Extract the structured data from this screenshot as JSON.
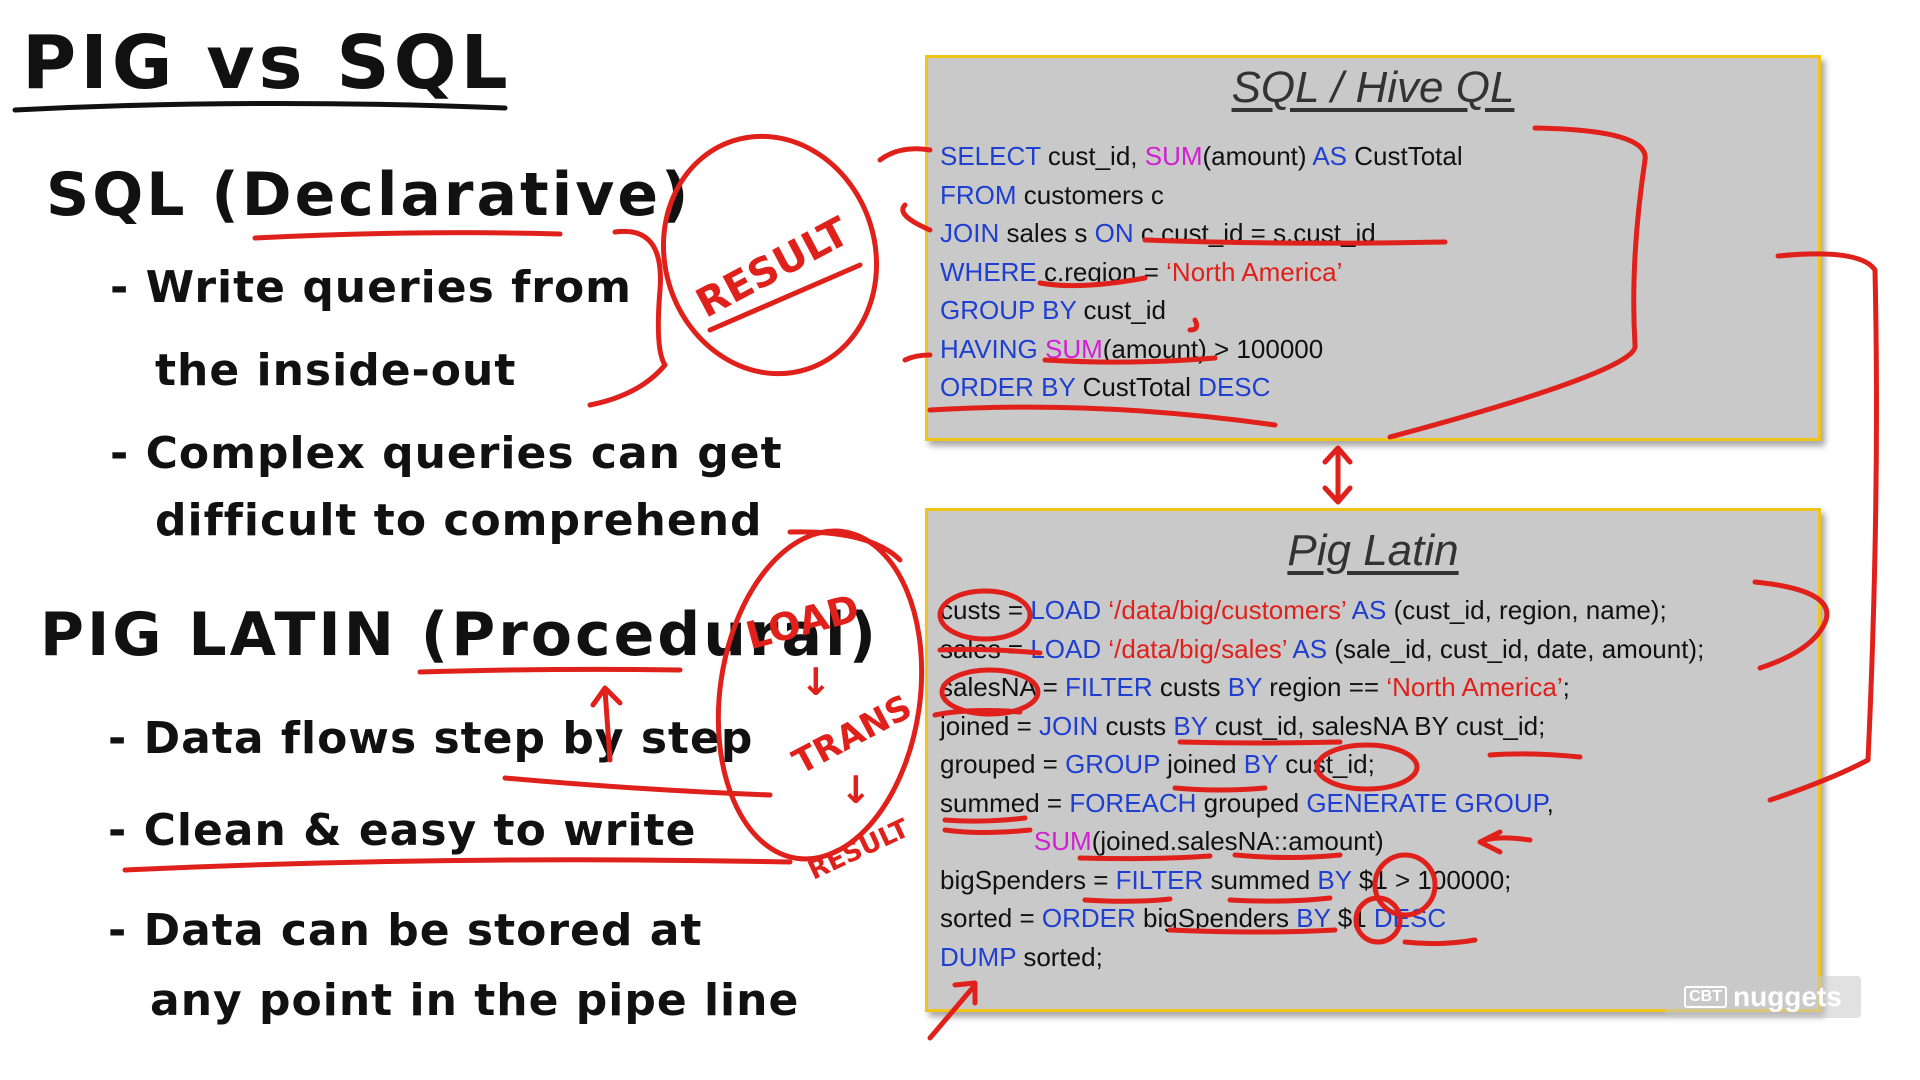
{
  "left": {
    "title": "PIG vs SQL",
    "sql_heading": "SQL (Declarative)",
    "sql_bullets": [
      "- Write queries from",
      "the inside-out",
      "- Complex queries can get",
      "difficult to comprehend"
    ],
    "pig_heading": "PIG LATIN (Procedural)",
    "pig_bullets": [
      "- Data flows step by step",
      "- Clean & easy to write",
      "- Data can be stored at",
      "any point in the pipe line"
    ]
  },
  "annotations": {
    "result": "RESULT",
    "load": "LOAD",
    "trans": "TRANS",
    "result2": "RESULT",
    "arrow_down": "↓"
  },
  "sql_panel": {
    "title": "SQL / Hive QL",
    "lines": [
      [
        {
          "t": "SELECT ",
          "c": "kw"
        },
        {
          "t": "cust_id, ",
          "c": ""
        },
        {
          "t": "SUM",
          "c": "fn"
        },
        {
          "t": "(amount) ",
          "c": ""
        },
        {
          "t": "AS ",
          "c": "kw"
        },
        {
          "t": "CustTotal",
          "c": ""
        }
      ],
      [
        {
          "t": "FROM ",
          "c": "kw"
        },
        {
          "t": "customers c",
          "c": ""
        }
      ],
      [
        {
          "t": "JOIN ",
          "c": "kw"
        },
        {
          "t": "sales s ",
          "c": ""
        },
        {
          "t": "ON ",
          "c": "kw"
        },
        {
          "t": "c.cust_id = s.cust_id",
          "c": ""
        }
      ],
      [
        {
          "t": "WHERE ",
          "c": "kw"
        },
        {
          "t": "c.region = ",
          "c": ""
        },
        {
          "t": "‘North America’",
          "c": "str"
        }
      ],
      [
        {
          "t": "GROUP BY ",
          "c": "kw"
        },
        {
          "t": "cust_id",
          "c": ""
        }
      ],
      [
        {
          "t": "HAVING ",
          "c": "kw"
        },
        {
          "t": "SUM",
          "c": "fn"
        },
        {
          "t": "(amount) > 100000",
          "c": ""
        }
      ],
      [
        {
          "t": "ORDER BY ",
          "c": "kw"
        },
        {
          "t": "CustTotal ",
          "c": ""
        },
        {
          "t": "DESC",
          "c": "kw"
        }
      ]
    ]
  },
  "pig_panel": {
    "title": "Pig Latin",
    "lines": [
      [
        {
          "t": "custs = ",
          "c": ""
        },
        {
          "t": "LOAD ",
          "c": "kw"
        },
        {
          "t": "‘/data/big/customers’ ",
          "c": "str"
        },
        {
          "t": "AS ",
          "c": "kw"
        },
        {
          "t": "(cust_id, region, name);",
          "c": ""
        }
      ],
      [
        {
          "t": "sales = ",
          "c": ""
        },
        {
          "t": "LOAD ",
          "c": "kw"
        },
        {
          "t": "‘/data/big/sales’ ",
          "c": "str"
        },
        {
          "t": "AS ",
          "c": "kw"
        },
        {
          "t": "(sale_id, cust_id, date, amount);",
          "c": ""
        }
      ],
      [
        {
          "t": "salesNA = ",
          "c": ""
        },
        {
          "t": "FILTER ",
          "c": "kw"
        },
        {
          "t": "custs ",
          "c": ""
        },
        {
          "t": "BY ",
          "c": "kw"
        },
        {
          "t": "region == ",
          "c": ""
        },
        {
          "t": "‘North America’",
          "c": "str"
        },
        {
          "t": ";",
          "c": ""
        }
      ],
      [
        {
          "t": "joined = ",
          "c": ""
        },
        {
          "t": "JOIN ",
          "c": "kw"
        },
        {
          "t": "custs ",
          "c": ""
        },
        {
          "t": "BY ",
          "c": "kw"
        },
        {
          "t": "cust_id, salesNA BY cust_id;",
          "c": ""
        }
      ],
      [
        {
          "t": "grouped = ",
          "c": ""
        },
        {
          "t": "GROUP ",
          "c": "kw"
        },
        {
          "t": "joined ",
          "c": ""
        },
        {
          "t": "BY ",
          "c": "kw"
        },
        {
          "t": "cust_id;",
          "c": ""
        }
      ],
      [
        {
          "t": "summed = ",
          "c": ""
        },
        {
          "t": "FOREACH ",
          "c": "kw"
        },
        {
          "t": "grouped ",
          "c": ""
        },
        {
          "t": "GENERATE GROUP",
          "c": "kw"
        },
        {
          "t": ",",
          "c": ""
        }
      ],
      [
        {
          "t": "             ",
          "c": ""
        },
        {
          "t": "SUM",
          "c": "fn"
        },
        {
          "t": "(joined.salesNA::amount)",
          "c": ""
        }
      ],
      [
        {
          "t": "bigSpenders = ",
          "c": ""
        },
        {
          "t": "FILTER ",
          "c": "kw"
        },
        {
          "t": "summed ",
          "c": ""
        },
        {
          "t": "BY ",
          "c": "kw"
        },
        {
          "t": "$1 > 100000;",
          "c": ""
        }
      ],
      [
        {
          "t": "sorted = ",
          "c": ""
        },
        {
          "t": "ORDER ",
          "c": "kw"
        },
        {
          "t": "bigSpenders ",
          "c": ""
        },
        {
          "t": "BY ",
          "c": "kw"
        },
        {
          "t": "$1 ",
          "c": ""
        },
        {
          "t": "DESC",
          "c": "kw"
        }
      ],
      [
        {
          "t": "DUMP ",
          "c": "kw"
        },
        {
          "t": "sorted;",
          "c": ""
        }
      ]
    ]
  },
  "logo": {
    "box": "CBT",
    "text": "nuggets"
  },
  "colors": {
    "keyword": "#1f3fd0",
    "function": "#d21fd2",
    "string": "#e0201a",
    "ink": "#e0201a",
    "panel_border": "#f0c419",
    "panel_bg": "#c9c9c9"
  }
}
